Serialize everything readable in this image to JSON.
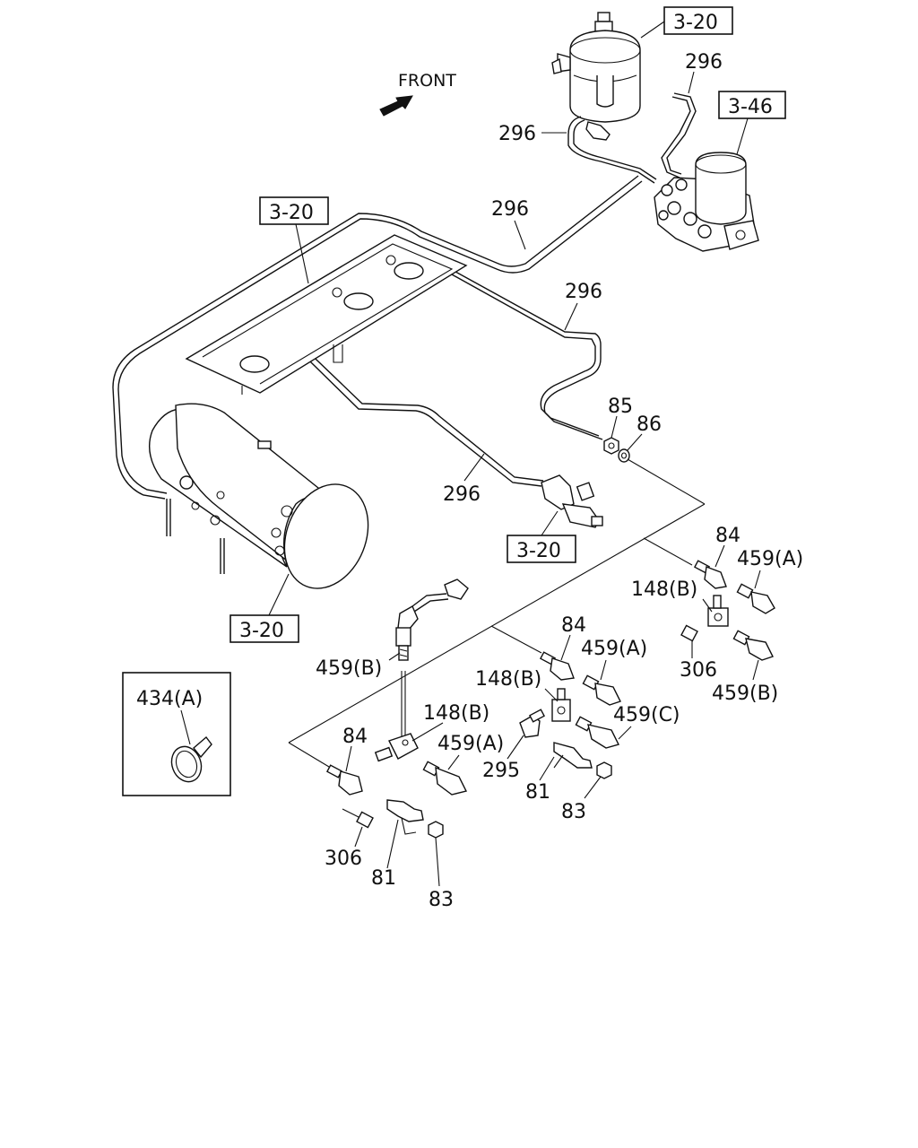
{
  "diagram": {
    "direction_label": "FRONT",
    "refs": {
      "ref_top": "3-20",
      "ref_dryer": "3-46",
      "ref_frame": "3-20",
      "ref_valve": "3-20",
      "ref_tank": "3-20"
    },
    "callouts": {
      "pipe_a": "296",
      "pipe_b": "296",
      "pipe_c": "296",
      "pipe_d": "296",
      "pipe_e": "296",
      "nut_85": "85",
      "washer_86": "86",
      "c84_right": "84",
      "c459a_right": "459(A)",
      "c148b_right": "148(B)",
      "c306_right": "306",
      "c459b_right": "459(B)",
      "c84_mid": "84",
      "c459a_mid": "459(A)",
      "c148b_mid": "148(B)",
      "c459c_mid": "459(C)",
      "c295": "295",
      "c81_mid": "81",
      "c83_mid": "83",
      "c459b_left": "459(B)",
      "c148b_left": "148(B)",
      "c459a_left": "459(A)",
      "c84_left": "84",
      "c306_left": "306",
      "c81_left": "81",
      "c83_left": "83",
      "inset_434a": "434(A)"
    }
  }
}
